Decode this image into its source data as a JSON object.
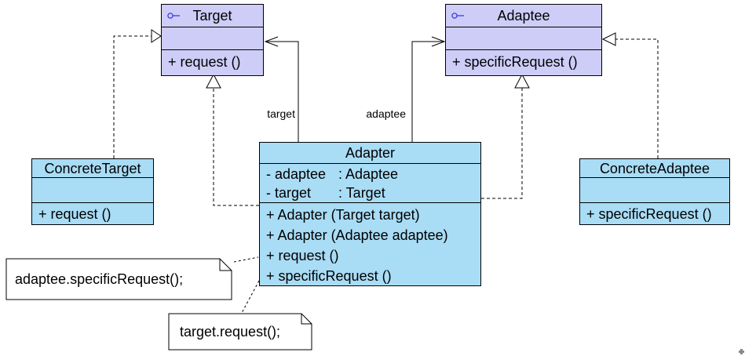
{
  "classes": {
    "target": {
      "name": "Target",
      "attributes": [],
      "methods": [
        "+ request ()"
      ]
    },
    "adaptee": {
      "name": "Adaptee",
      "attributes": [],
      "methods": [
        "+ specificRequest ()"
      ]
    },
    "adapter": {
      "name": "Adapter",
      "attributes": [
        {
          "name": "- adaptee",
          "type": ": Adaptee"
        },
        {
          "name": "- target",
          "type": ": Target"
        }
      ],
      "methods": [
        "+ Adapter (Target target)",
        "+ Adapter (Adaptee adaptee)",
        "+ request ()",
        "+ specificRequest ()"
      ]
    },
    "concrete_target": {
      "name": "ConcreteTarget",
      "attributes": [],
      "methods": [
        "+ request ()"
      ]
    },
    "concrete_adaptee": {
      "name": "ConcreteAdaptee",
      "attributes": [],
      "methods": [
        "+ specificRequest ()"
      ]
    }
  },
  "connector_labels": {
    "target": "target",
    "adaptee": "adaptee"
  },
  "notes": {
    "adaptee_note": "adaptee.specificRequest();",
    "target_note": "target.request();"
  },
  "colors": {
    "interface_fill": "#cdcdf8",
    "class_fill": "#a9dcf5",
    "border": "#000000",
    "icon": "#3a3ae0",
    "note_fill": "#ffffff",
    "background": "#ffffff"
  }
}
